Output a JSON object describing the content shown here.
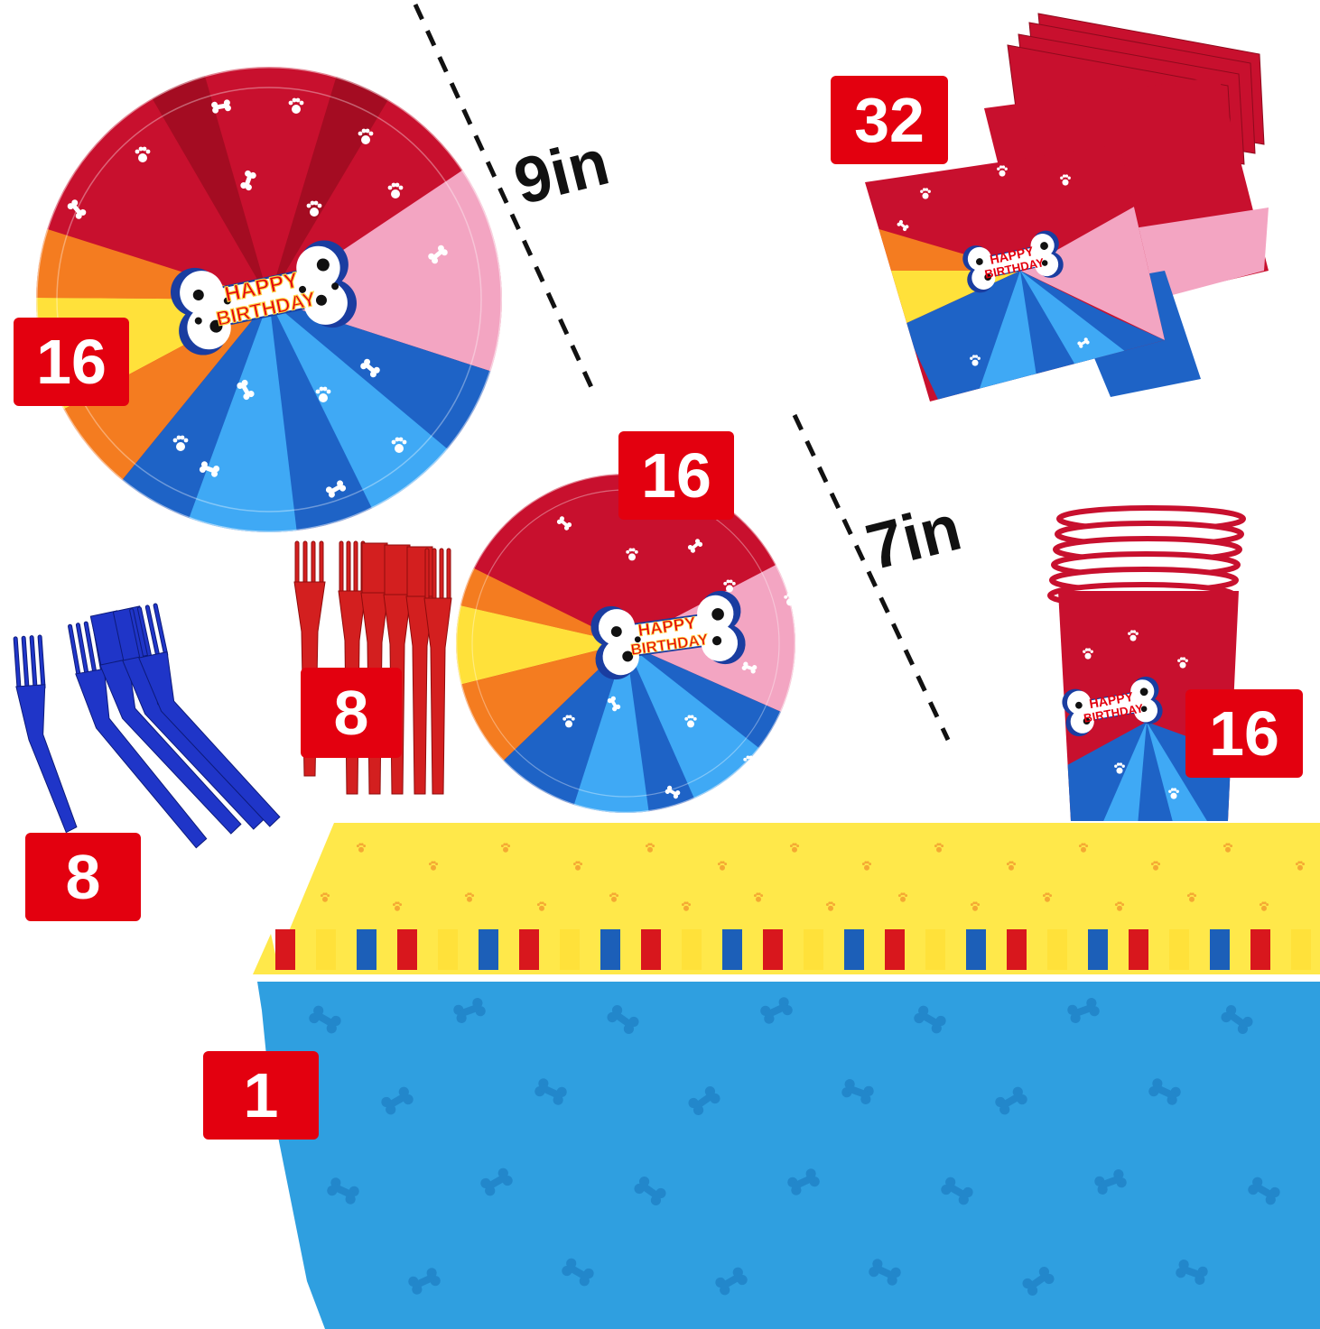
{
  "plate_text": {
    "line1": "HAPPY",
    "line2": "BIRTHDAY"
  },
  "sizes": {
    "large_plate": "9in",
    "small_plate": "7in"
  },
  "counts": {
    "large_plates": "16",
    "napkins": "32",
    "small_plates": "16",
    "red_forks": "8",
    "blue_forks": "8",
    "cups": "16",
    "tablecloth": "1"
  },
  "colors": {
    "badge": "#e3000f",
    "red": "#c8102e",
    "pink": "#f3a5c2",
    "yellow": "#ffe13a",
    "orange": "#f47c20",
    "blue": "#1e63c6",
    "light_blue": "#3fa9f5",
    "table_blue": "#2f9fe0",
    "table_yellow": "#ffe84a"
  }
}
